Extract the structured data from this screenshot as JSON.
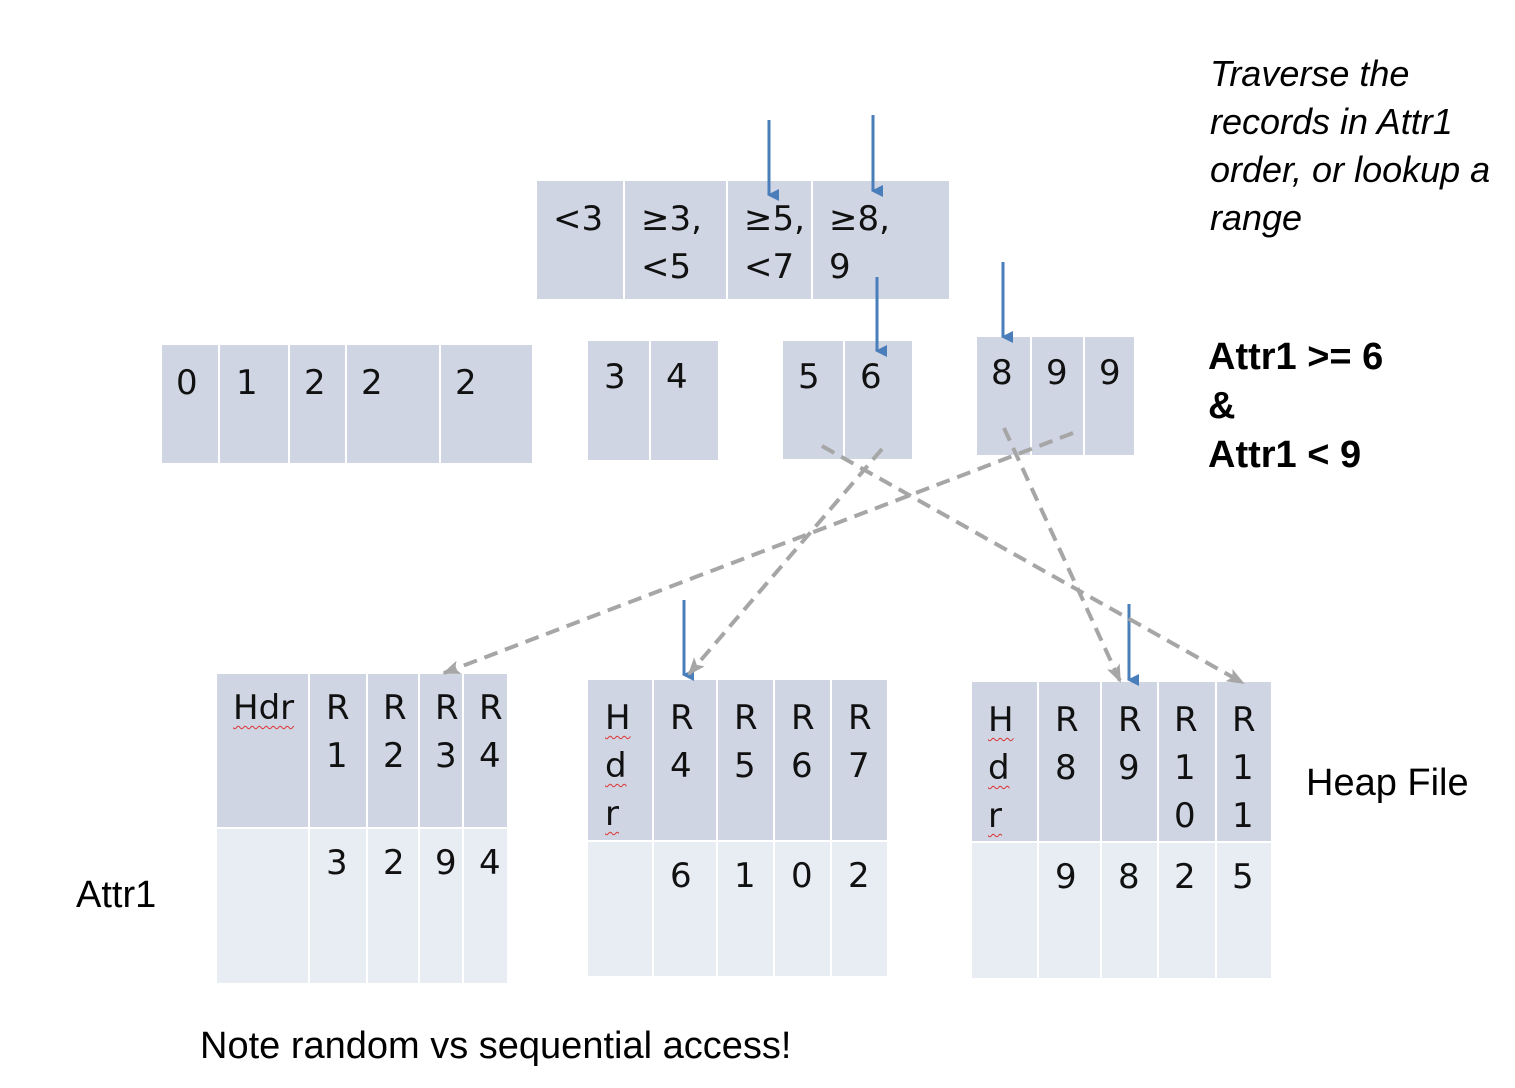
{
  "description": {
    "traverse_text": "Traverse the records in Attr1 order, or lookup a range",
    "condition": {
      "line1": "Attr1 >= 6",
      "line2": "&",
      "line3": "Attr1 < 9"
    },
    "heap_file_label": "Heap File",
    "attr1_label": "Attr1",
    "note": "Note random vs sequential access!"
  },
  "root": {
    "cells": [
      {
        "l1": "<3",
        "l2": ""
      },
      {
        "l1": "≥3,",
        "l2": "<5"
      },
      {
        "l1": "≥5,",
        "l2": "<7"
      },
      {
        "l1": "≥8,",
        "l2": "9"
      }
    ]
  },
  "leaves": [
    {
      "keys": [
        "0",
        "1",
        "2",
        "2",
        "2"
      ]
    },
    {
      "keys": [
        "3",
        "4"
      ]
    },
    {
      "keys": [
        "5",
        "6"
      ]
    },
    {
      "keys": [
        "8",
        "9",
        "9"
      ]
    }
  ],
  "pages": [
    {
      "hdr": [
        "Hdr"
      ],
      "records": [
        {
          "label": [
            "R",
            "1"
          ],
          "attr1": "3"
        },
        {
          "label": [
            "R",
            "2"
          ],
          "attr1": "2"
        },
        {
          "label": [
            "R",
            "3"
          ],
          "attr1": "9"
        },
        {
          "label": [
            "R",
            "4"
          ],
          "attr1": "4"
        }
      ]
    },
    {
      "hdr": [
        "H",
        "d",
        "r"
      ],
      "records": [
        {
          "label": [
            "R",
            "4"
          ],
          "attr1": "6"
        },
        {
          "label": [
            "R",
            "5"
          ],
          "attr1": "1"
        },
        {
          "label": [
            "R",
            "6"
          ],
          "attr1": "0"
        },
        {
          "label": [
            "R",
            "7"
          ],
          "attr1": "2"
        }
      ]
    },
    {
      "hdr": [
        "H",
        "d",
        "r"
      ],
      "records": [
        {
          "label": [
            "R",
            "8"
          ],
          "attr1": "9"
        },
        {
          "label": [
            "R",
            "9"
          ],
          "attr1": "8"
        },
        {
          "label": [
            "R",
            "1",
            "0"
          ],
          "attr1": "2"
        },
        {
          "label": [
            "R",
            "1",
            "1"
          ],
          "attr1": "5"
        }
      ]
    }
  ],
  "colors": {
    "cell": "#cfd5e3",
    "cell_light": "#e8ecf3",
    "arrow_solid": "#4a7ebb",
    "arrow_dashed": "#a6a6a6"
  }
}
